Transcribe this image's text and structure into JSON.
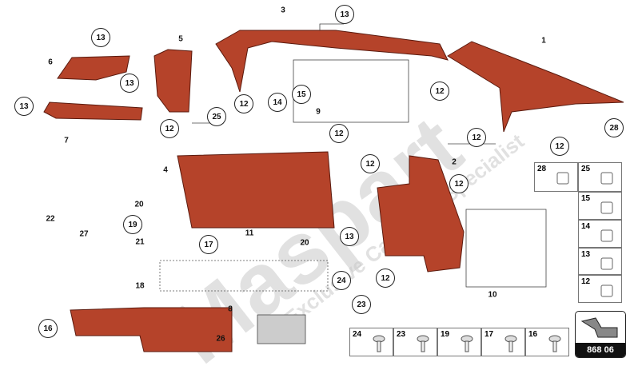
{
  "watermark": {
    "brand": "Maspart",
    "tagline": "Exclusive Car Parts Specialist"
  },
  "diagram_number": "868 06",
  "colors": {
    "part": "#b5432a",
    "part_dark": "#7a2515",
    "line": "#222222"
  },
  "callouts": [
    {
      "label": "13",
      "circled": true
    },
    {
      "label": "13",
      "circled": true
    },
    {
      "label": "13",
      "circled": true
    },
    {
      "label": "13",
      "circled": true
    },
    {
      "label": "12",
      "circled": true
    },
    {
      "label": "14",
      "circled": true
    },
    {
      "label": "15",
      "circled": true
    },
    {
      "label": "12",
      "circled": true
    },
    {
      "label": "12",
      "circled": true
    },
    {
      "label": "25",
      "circled": true
    },
    {
      "label": "12",
      "circled": true
    },
    {
      "label": "12",
      "circled": true
    },
    {
      "label": "12",
      "circled": true
    },
    {
      "label": "28",
      "circled": true
    },
    {
      "label": "12",
      "circled": true
    },
    {
      "label": "12",
      "circled": true
    },
    {
      "label": "13",
      "circled": true
    },
    {
      "label": "12",
      "circled": true
    },
    {
      "label": "19",
      "circled": true
    },
    {
      "label": "17",
      "circled": true
    },
    {
      "label": "24",
      "circled": true
    },
    {
      "label": "23",
      "circled": true
    },
    {
      "label": "16",
      "circled": true
    }
  ],
  "part_numbers": [
    "3",
    "6",
    "5",
    "1",
    "7",
    "9",
    "4",
    "2",
    "20",
    "22",
    "27",
    "11",
    "21",
    "20",
    "18",
    "8",
    "26",
    "10"
  ],
  "legend_right": [
    {
      "label": "28",
      "icon": "wedge-block"
    },
    {
      "label": "25",
      "icon": "strip-pad"
    },
    {
      "label": "15",
      "icon": "washer"
    },
    {
      "label": "14",
      "icon": "screw"
    },
    {
      "label": "13",
      "icon": "clip-nut"
    },
    {
      "label": "12",
      "icon": "flange-screw"
    }
  ],
  "legend_bottom": [
    {
      "label": "24",
      "icon": "clip"
    },
    {
      "label": "23",
      "icon": "plastic-rivet"
    },
    {
      "label": "19",
      "icon": "screw"
    },
    {
      "label": "17",
      "icon": "push-rivet"
    },
    {
      "label": "16",
      "icon": "pin-clip"
    }
  ]
}
